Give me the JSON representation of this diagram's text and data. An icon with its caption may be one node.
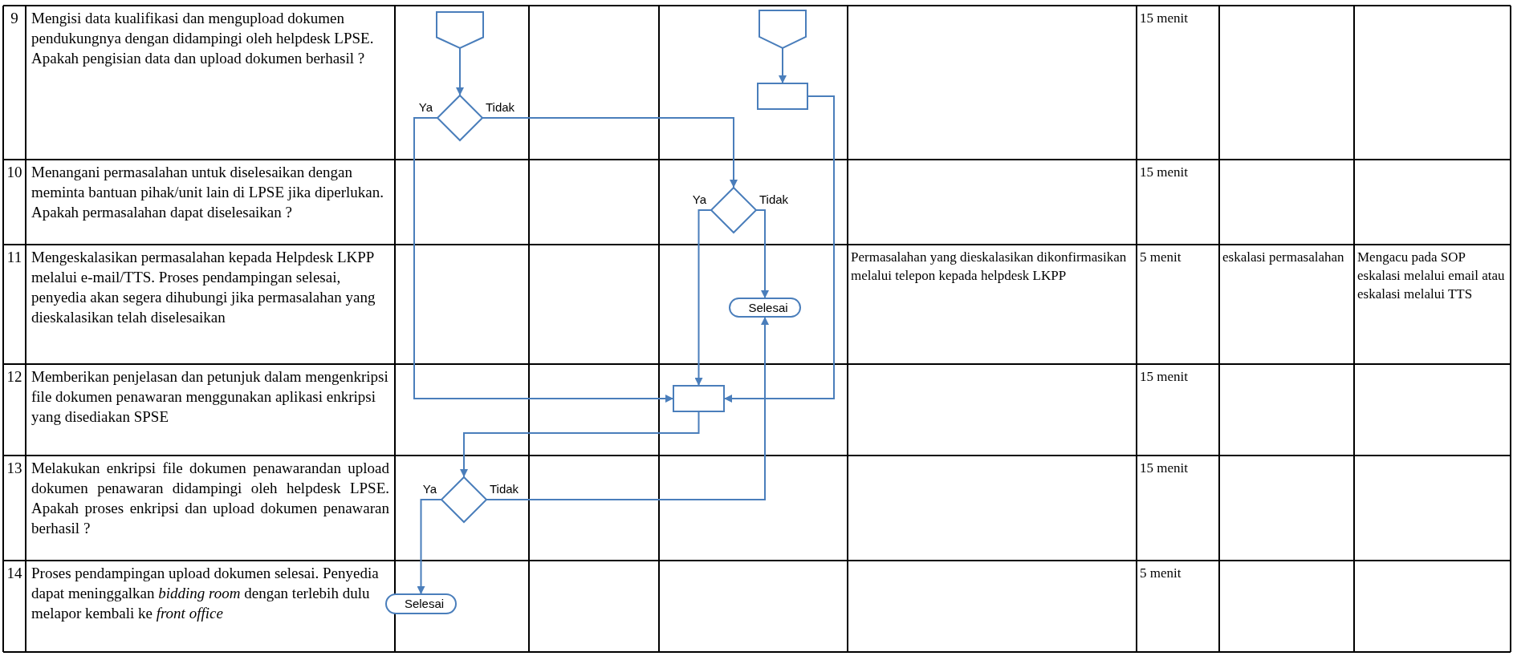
{
  "diagram": {
    "nodes": [
      {
        "text": [],
        "shape": "pentagon"
      },
      {
        "text": [],
        "shape": "pentagon"
      },
      {
        "text": [],
        "shape": "box"
      },
      {
        "text": [],
        "shape": "diamond"
      },
      {
        "text": [],
        "shape": "diamond"
      },
      {
        "text": [
          "Selesai"
        ]
      },
      {
        "text": [],
        "shape": "box"
      },
      {
        "text": [],
        "shape": "diamond"
      },
      {
        "text": [
          "Selesai"
        ]
      }
    ],
    "edges": [
      {
        "from": 0,
        "to": 3,
        "arrow": "to"
      },
      {
        "from": 3,
        "to": 6,
        "arrow": "to",
        "label": "Ya"
      },
      {
        "from": 3,
        "to": 4,
        "arrow": "to",
        "label": "Tidak"
      },
      {
        "from": 1,
        "to": 2,
        "arrow": "to"
      },
      {
        "from": 2,
        "to": 6,
        "arrow": "to"
      },
      {
        "from": 4,
        "to": 6,
        "arrow": "to",
        "label": "Ya"
      },
      {
        "from": 4,
        "to": 5,
        "arrow": "to",
        "label": "Tidak"
      },
      {
        "from": 6,
        "to": 7,
        "arrow": "to"
      },
      {
        "from": 7,
        "to": 5,
        "arrow": "to",
        "label": "Tidak"
      },
      {
        "from": 7,
        "to": 8,
        "arrow": "to",
        "label": "Ya"
      }
    ],
    "labels": [
      "9",
      "Mengisi data kualifikasi dan mengupload dokumen pendukungnya dengan didampingi oleh helpdesk LPSE. Apakah pengisian data dan upload dokumen berhasil ?",
      "15 menit",
      "10",
      "Menangani permasalahan untuk diselesaikan dengan meminta bantuan pihak/unit lain di LPSE jika diperlukan. Apakah permasalahan dapat diselesaikan ?",
      "15 menit",
      "11",
      "Mengeskalasikan permasalahan kepada Helpdesk LKPP melalui e-mail/TTS. Proses pendampingan selesai, penyedia akan segera dihubungi jika permasalahan yang dieskalasikan telah diselesaikan",
      "Permasalahan yang dieskalasikan dikonfirmasikan melalui telepon kepada helpdesk LKPP",
      "5 menit",
      "eskalasi permasalahan",
      "Mengacu pada SOP eskalasi melalui email atau eskalasi melalui TTS",
      "12",
      "Memberikan penjelasan dan petunjuk dalam mengenkripsi file dokumen penawaran menggunakan aplikasi enkripsi yang disediakan SPSE",
      "15 menit",
      "13",
      "Melakukan enkripsi file dokumen penawarandan upload dokumen penawaran didampingi oleh helpdesk LPSE. Apakah proses enkripsi dan upload dokumen penawaran berhasil ?",
      "15 menit",
      "14",
      "Proses pendampingan upload dokumen selesai. Penyedia dapat meninggalkan *bidding room* dengan terlebih dulu melapor kembali ke *front office*",
      "5 menit"
    ]
  }
}
